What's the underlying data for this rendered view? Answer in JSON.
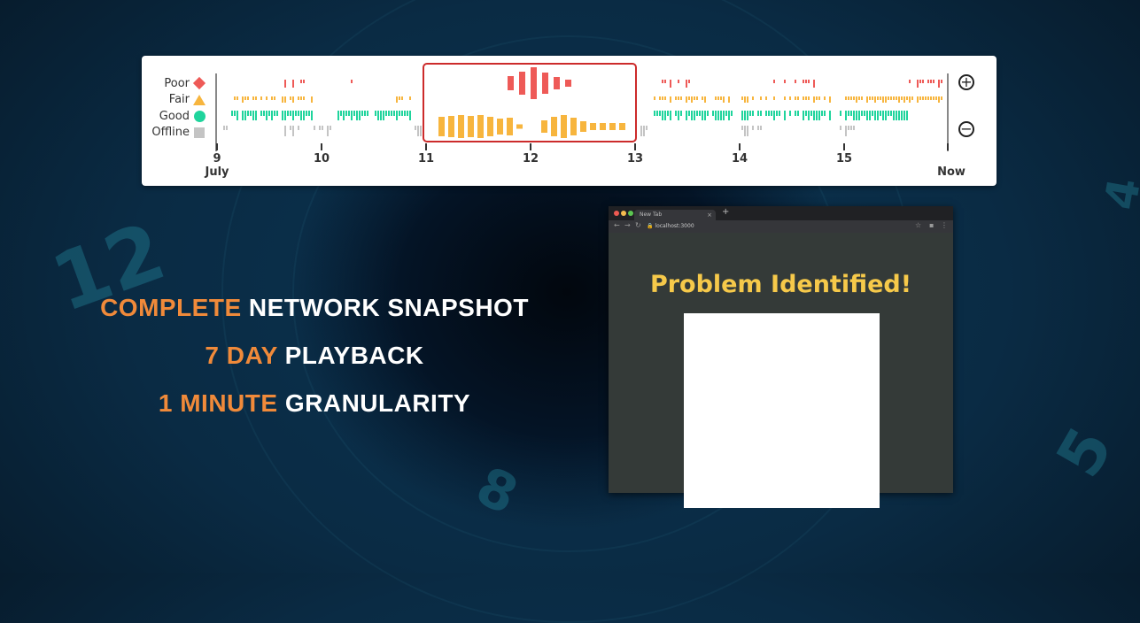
{
  "legend": [
    {
      "label": "Poor",
      "icon": "diamond-icon",
      "color": "#ee5a57"
    },
    {
      "label": "Fair",
      "icon": "triangle-icon",
      "color": "#f7b53e"
    },
    {
      "label": "Good",
      "icon": "circle-icon",
      "color": "#1fd49c"
    },
    {
      "label": "Offline",
      "icon": "square-icon",
      "color": "#c4c4c4"
    }
  ],
  "timeline": {
    "days": [
      "9",
      "10",
      "11",
      "12",
      "13",
      "14",
      "15"
    ],
    "month": "July",
    "now_label": "Now",
    "zoom_in_label": "+",
    "zoom_out_label": "−",
    "selection_color": "#cc2b2b",
    "selected_range": [
      "11",
      "13"
    ]
  },
  "features": [
    {
      "highlight": "COMPLETE",
      "rest": "NETWORK SNAPSHOT"
    },
    {
      "highlight": "7 DAY",
      "rest": "PLAYBACK"
    },
    {
      "highlight": "1 MINUTE",
      "rest": "GRANULARITY"
    }
  ],
  "browser": {
    "tab_title": "New Tab",
    "tab_close": "×",
    "new_tab": "+",
    "url": "localhost:3000",
    "headline": "Problem Identified!"
  },
  "colors": {
    "accent": "#f08a3a",
    "headline": "#f6c94a"
  }
}
